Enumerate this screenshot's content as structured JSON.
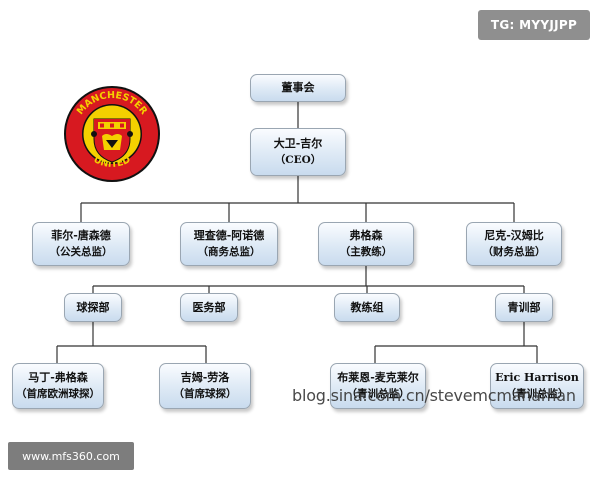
{
  "badges": {
    "telegram": "TG: MYYJJPP",
    "site": "www.mfs360.com"
  },
  "watermark": "blog.sina.com.cn/stevemcmanaman",
  "logo": {
    "top_text": "MANCHESTER",
    "bottom_text": "UNITED"
  },
  "chart": {
    "board": {
      "title": "董事会"
    },
    "ceo": {
      "title": "大卫-吉尔",
      "role": "（CEO）"
    },
    "directors": [
      {
        "name": "菲尔-唐森德",
        "role": "（公关总监）"
      },
      {
        "name": "理查德-阿诺德",
        "role": "（商务总监）"
      },
      {
        "name": "弗格森",
        "role": "（主教练）"
      },
      {
        "name": "尼克-汉姆比",
        "role": "（财务总监）"
      }
    ],
    "departments": [
      {
        "name": "球探部"
      },
      {
        "name": "医务部"
      },
      {
        "name": "教练组"
      },
      {
        "name": "青训部"
      }
    ],
    "staff": [
      {
        "name": "马丁-弗格森",
        "role": "（首席欧洲球探）"
      },
      {
        "name": "吉姆-劳洛",
        "role": "（首席球探）"
      },
      {
        "name": "布莱恩-麦克莱尔",
        "role": "（青训总监）"
      },
      {
        "name": "Eric Harrison",
        "role": "（青训总监）"
      }
    ]
  }
}
